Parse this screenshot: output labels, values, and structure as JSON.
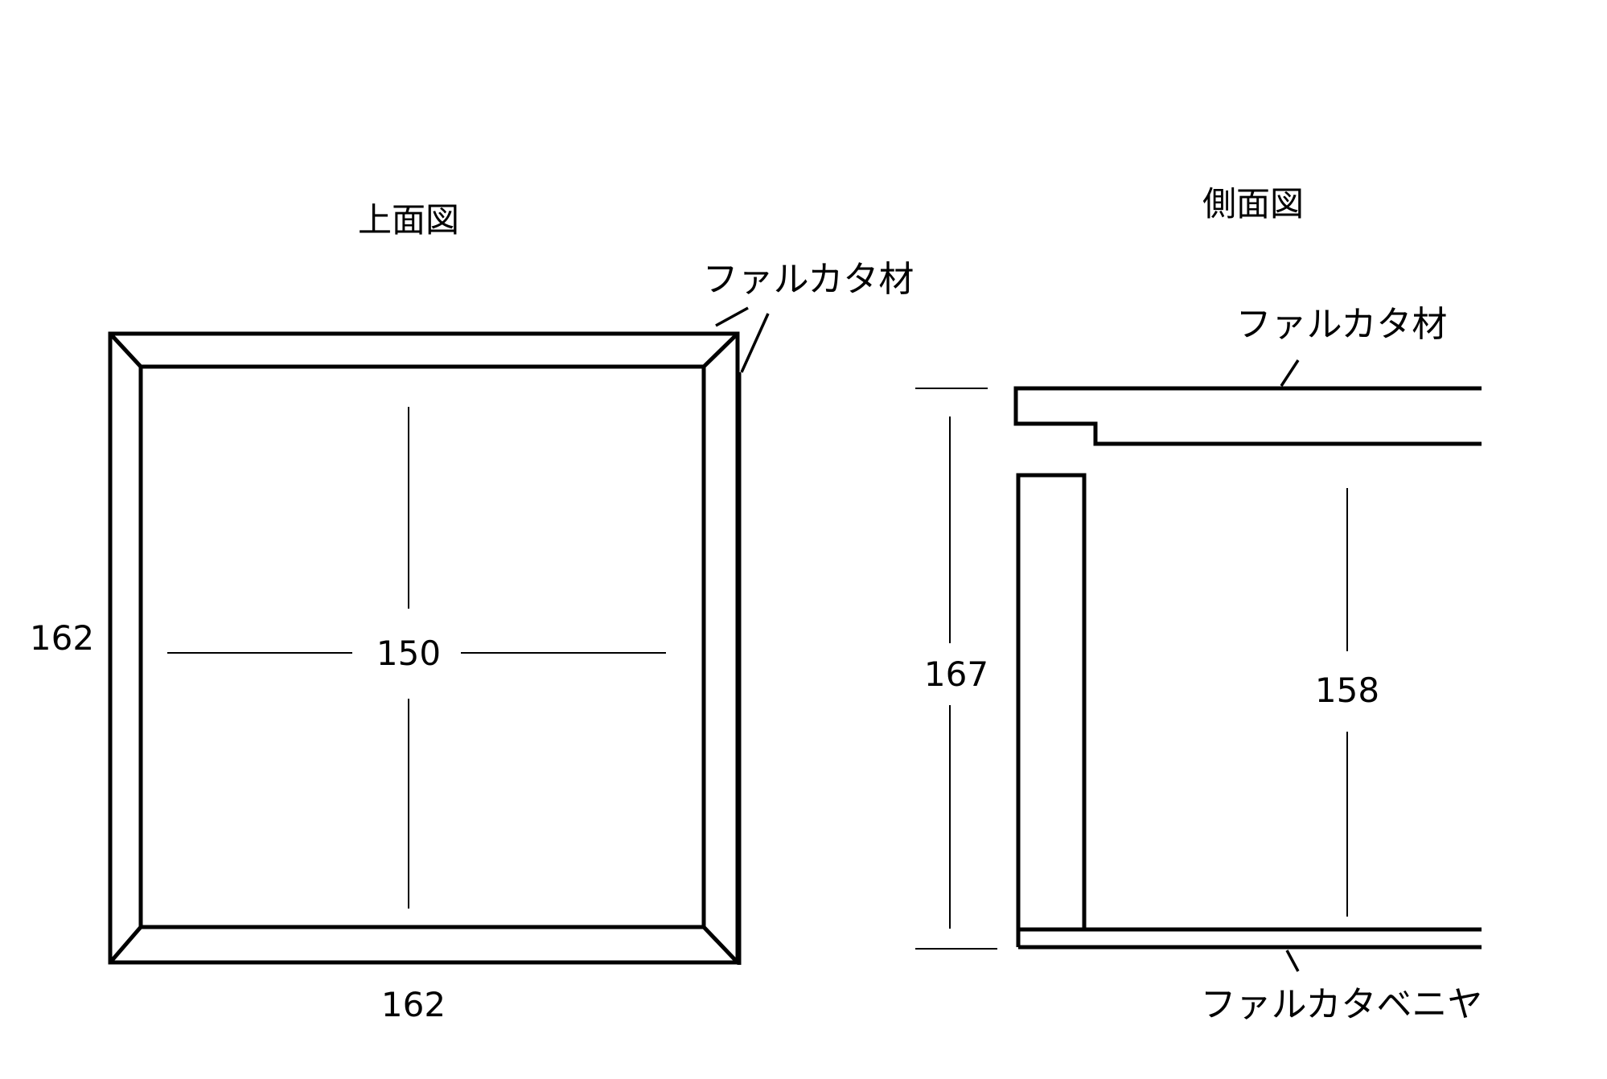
{
  "top_view": {
    "title": "上面図",
    "material_label": "ファルカタ材",
    "outer_width": "162",
    "outer_height": "162",
    "inner_size": "150"
  },
  "side_view": {
    "title": "側面図",
    "top_material_label": "ファルカタ材",
    "bottom_material_label": "ファルカタベニヤ",
    "outer_height": "167",
    "inner_height": "158"
  }
}
